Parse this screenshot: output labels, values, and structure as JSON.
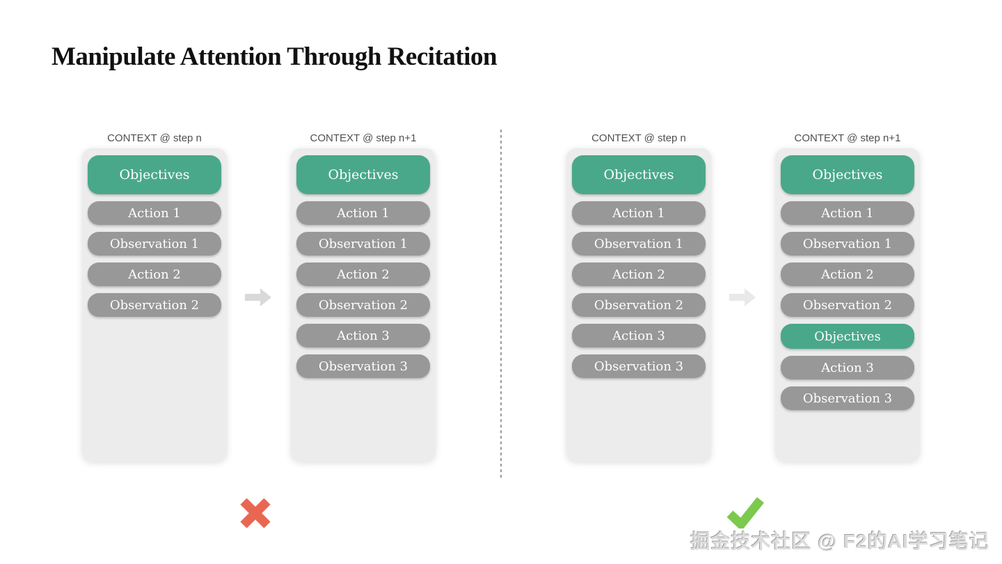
{
  "title": "Manipulate Attention Through Recitation",
  "watermark": "掘金技术社区 @ F2的AI学习笔记",
  "colors": {
    "objective": "#49a88a",
    "block": "#989898",
    "panel_bg": "#ececec",
    "arrow_left": "#d9d9d9",
    "arrow_right": "#e9e9e9",
    "cross": "#e96752",
    "check": "#7cc94e"
  },
  "columns": [
    {
      "header": "CONTEXT @ step n",
      "blocks": [
        {
          "label": "Objectives",
          "kind": "objective",
          "tall": true
        },
        {
          "label": "Action 1",
          "kind": "step"
        },
        {
          "label": "Observation 1",
          "kind": "step"
        },
        {
          "label": "Action 2",
          "kind": "step"
        },
        {
          "label": "Observation 2",
          "kind": "step"
        }
      ]
    },
    {
      "header": "CONTEXT @ step n+1",
      "blocks": [
        {
          "label": "Objectives",
          "kind": "objective",
          "tall": true
        },
        {
          "label": "Action 1",
          "kind": "step"
        },
        {
          "label": "Observation 1",
          "kind": "step"
        },
        {
          "label": "Action 2",
          "kind": "step"
        },
        {
          "label": "Observation 2",
          "kind": "step"
        },
        {
          "label": "Action 3",
          "kind": "step"
        },
        {
          "label": "Observation 3",
          "kind": "step"
        }
      ]
    },
    {
      "header": "CONTEXT @ step n",
      "blocks": [
        {
          "label": "Objectives",
          "kind": "objective",
          "tall": true
        },
        {
          "label": "Action 1",
          "kind": "step"
        },
        {
          "label": "Observation 1",
          "kind": "step"
        },
        {
          "label": "Action 2",
          "kind": "step"
        },
        {
          "label": "Observation 2",
          "kind": "step"
        },
        {
          "label": "Action 3",
          "kind": "step"
        },
        {
          "label": "Observation 3",
          "kind": "step"
        }
      ]
    },
    {
      "header": "CONTEXT @ step n+1",
      "blocks": [
        {
          "label": "Objectives",
          "kind": "objective",
          "tall": true
        },
        {
          "label": "Action 1",
          "kind": "step"
        },
        {
          "label": "Observation 1",
          "kind": "step"
        },
        {
          "label": "Action 2",
          "kind": "step"
        },
        {
          "label": "Observation 2",
          "kind": "step"
        },
        {
          "label": "Objectives",
          "kind": "objective"
        },
        {
          "label": "Action 3",
          "kind": "step"
        },
        {
          "label": "Observation 3",
          "kind": "step"
        }
      ]
    }
  ],
  "icons": {
    "arrow": "right-arrow",
    "left_verdict": "cross",
    "right_verdict": "check"
  }
}
